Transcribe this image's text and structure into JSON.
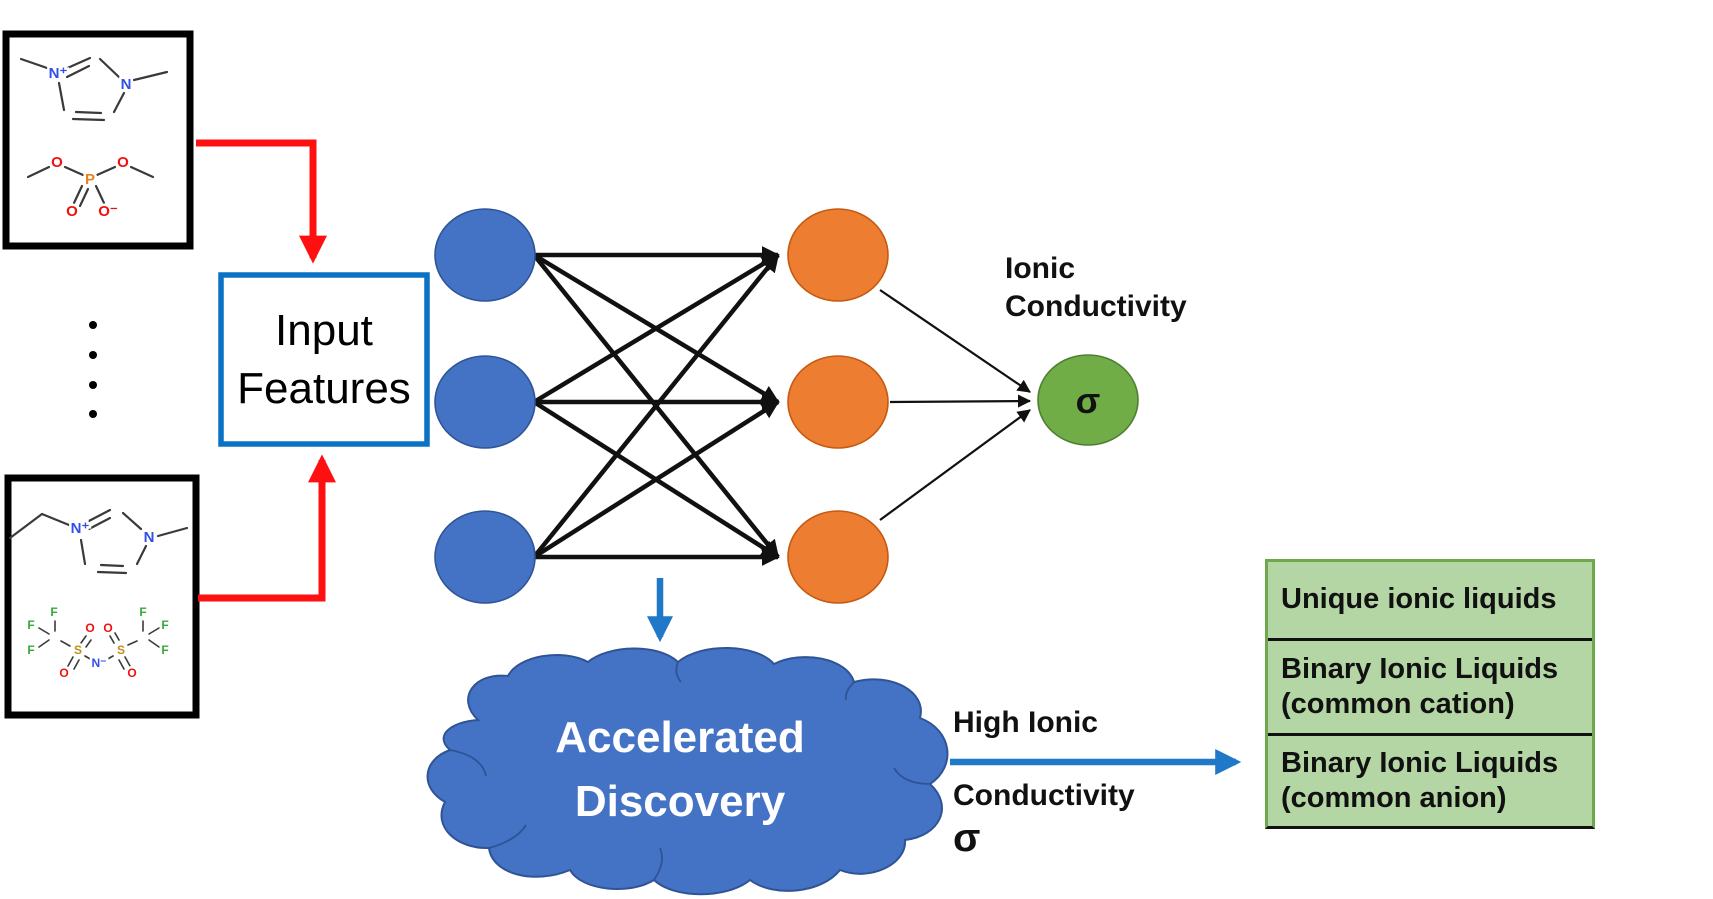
{
  "colors": {
    "node_input_blue": "#4472C4",
    "node_hidden_orange": "#ED7D31",
    "node_output_green": "#70AD47",
    "cloud_blue": "#4472C4",
    "arrow_red": "#FF1010",
    "arrow_blue": "#1F78C8",
    "feature_box_border": "#0A71C4",
    "table_fill": "#B4D6A4",
    "table_border": "#6FA84C"
  },
  "mol_top": {
    "labels": [
      "N⁺",
      "N",
      "O",
      "O",
      "P",
      "O",
      "O⁻"
    ]
  },
  "mol_bottom": {
    "labels": [
      "N⁺",
      "N",
      "F",
      "F",
      "F",
      "O",
      "O",
      "S",
      "N⁻",
      "S",
      "O",
      "O",
      "F",
      "F",
      "F"
    ]
  },
  "input_box": {
    "label": "Input\nFeatures"
  },
  "nn": {
    "output_symbol": "σ",
    "output_label": "Ionic\nConductivity"
  },
  "cloud": {
    "label": "Accelerated\nDiscovery"
  },
  "high_ionic": {
    "line1": "High Ionic",
    "line2": "Conductivity",
    "sigma": "σ"
  },
  "results_table": {
    "rows": [
      "Unique ionic liquids",
      "Binary Ionic Liquids\n(common cation)",
      "Binary Ionic Liquids\n(common anion)"
    ]
  }
}
